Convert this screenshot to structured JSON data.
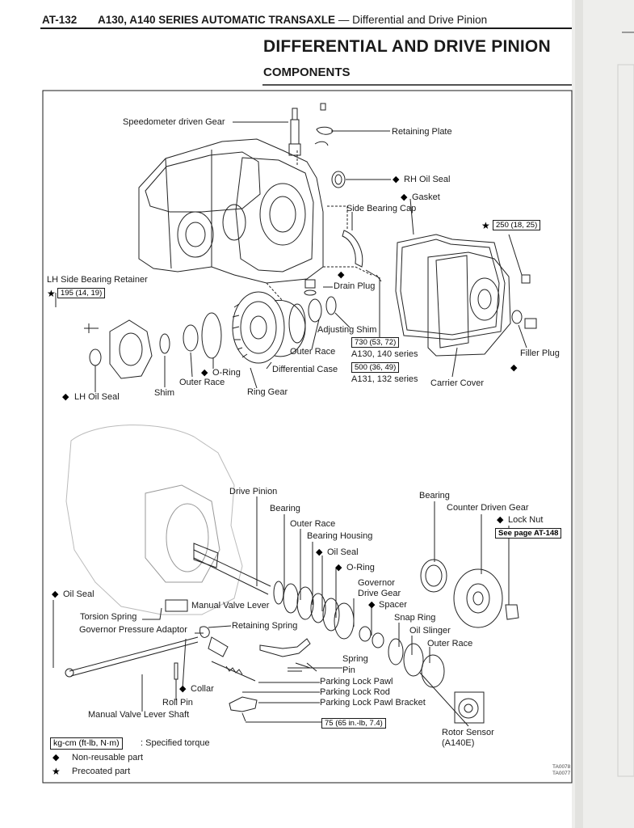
{
  "header": {
    "page_number": "AT-132",
    "series_title": "A130, A140 SERIES AUTOMATIC TRANSAXLE",
    "separator": "—",
    "section_title": "Differential and Drive Pinion"
  },
  "title": "DIFFERENTIAL AND DRIVE PINION",
  "subtitle": "COMPONENTS",
  "upper_labels": {
    "speedometer_driven_gear": "Speedometer driven Gear",
    "retaining_plate": "Retaining Plate",
    "rh_oil_seal": "RH Oil Seal",
    "gasket": "Gasket",
    "side_bearing_cap": "Side Bearing Cap",
    "lh_side_bearing_retainer": "LH Side Bearing Retainer",
    "drain_plug": "Drain Plug",
    "adjusting_shim": "Adjusting Shim",
    "outer_race_1": "Outer Race",
    "o_ring_1": "O-Ring",
    "outer_race_2": "Outer Race",
    "differential_case": "Differential Case",
    "ring_gear": "Ring Gear",
    "shim": "Shim",
    "lh_oil_seal": "LH Oil Seal",
    "filler_plug": "Filler Plug",
    "carrier_cover": "Carrier Cover",
    "series_a130": "A130, 140 series",
    "series_a131": "A131, 132 series"
  },
  "torques": {
    "lh_retainer": "195 (14, 19)",
    "cover": "250 (18, 25)",
    "a130": "730 (53, 72)",
    "a131": "500 (36, 49)",
    "bracket": "75 (65 in.-lb, 7.4)"
  },
  "lower_labels": {
    "drive_pinion": "Drive Pinion",
    "bearing_1": "Bearing",
    "outer_race_3": "Outer Race",
    "bearing_housing": "Bearing Housing",
    "oil_seal_1": "Oil Seal",
    "o_ring_2": "O-Ring",
    "governor_drive_gear_1": "Governor",
    "governor_drive_gear_2": "Drive Gear",
    "spacer": "Spacer",
    "snap_ring": "Snap Ring",
    "oil_slinger": "Oil Slinger",
    "outer_race_4": "Outer Race",
    "bearing_2": "Bearing",
    "counter_driven_gear": "Counter Driven Gear",
    "lock_nut": "Lock Nut",
    "see_page": "See page AT-148",
    "oil_seal_2": "Oil Seal",
    "manual_valve_lever": "Manual Valve Lever",
    "torsion_spring": "Torsion Spring",
    "governor_pressure_adaptor": "Governor Pressure Adaptor",
    "retaining_spring": "Retaining Spring",
    "spring": "Spring",
    "pin": "Pin",
    "collar": "Collar",
    "roll_pin": "Roll Pin",
    "parking_lock_pawl": "Parking Lock Pawl",
    "parking_lock_rod": "Parking Lock Rod",
    "parking_lock_pawl_bracket": "Parking Lock Pawl Bracket",
    "manual_valve_lever_shaft": "Manual Valve Lever Shaft",
    "rotor_sensor": "Rotor Sensor",
    "rotor_sensor_model": "(A140E)"
  },
  "legend": {
    "unit_box": "kg-cm (ft-lb, N·m)",
    "specified_torque": ": Specified torque",
    "non_reusable": "Non-reusable part",
    "precoated": "Precoated part"
  },
  "figure_codes": [
    "TA0078",
    "TA0077"
  ],
  "colors": {
    "ink": "#1a1a1a",
    "paper": "#ffffff"
  }
}
